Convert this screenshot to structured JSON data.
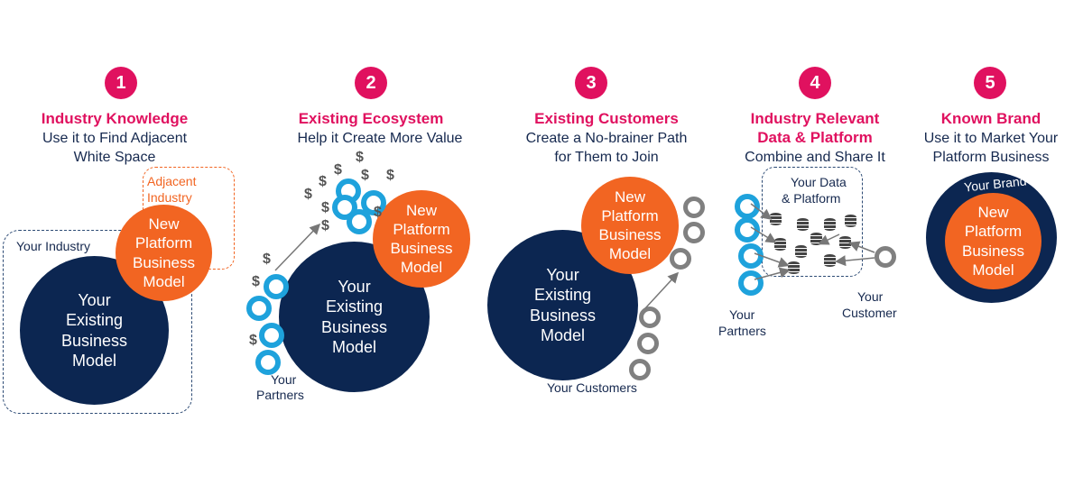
{
  "steps": [
    {
      "number": "1",
      "title": "Industry Knowledge",
      "subtitle": [
        "Use it to Find Adjacent",
        "White Space"
      ],
      "big_circle": [
        "Your",
        "Existing",
        "Business",
        "Model"
      ],
      "small_circle": [
        "New",
        "Platform",
        "Business",
        "Model"
      ],
      "label_industry": "Your Industry",
      "label_adjacent": [
        "Adjacent",
        "Industry"
      ]
    },
    {
      "number": "2",
      "title": "Existing Ecosystem",
      "subtitle": [
        "Help it Create More Value"
      ],
      "big_circle": [
        "Your",
        "Existing",
        "Business",
        "Model"
      ],
      "small_circle": [
        "New",
        "Platform",
        "Business",
        "Model"
      ],
      "label_partners": [
        "Your",
        "Partners"
      ]
    },
    {
      "number": "3",
      "title": "Existing Customers",
      "subtitle": [
        "Create a No-brainer Path",
        "for Them to Join"
      ],
      "big_circle": [
        "Your",
        "Existing",
        "Business",
        "Model"
      ],
      "small_circle": [
        "New",
        "Platform",
        "Business",
        "Model"
      ],
      "label_customers": "Your  Customers"
    },
    {
      "number": "4",
      "title": [
        "Industry Relevant",
        "Data & Platform"
      ],
      "subtitle": [
        "Combine and Share It"
      ],
      "label_data": [
        "Your  Data",
        "& Platform"
      ],
      "label_partners": [
        "Your",
        "Partners"
      ],
      "label_customer": [
        "Your",
        "Customer"
      ]
    },
    {
      "number": "5",
      "title": "Known Brand",
      "subtitle": [
        "Use it to Market Your",
        "Platform Business"
      ],
      "brand_label": "Your Brand",
      "small_circle": [
        "New",
        "Platform",
        "Business",
        "Model"
      ]
    }
  ],
  "dollar_sign": "$",
  "colors": {
    "accent": "#e0115f",
    "navy": "#0c2651",
    "orange": "#f26522",
    "partner": "#1ea2dc",
    "customer": "#808080"
  }
}
